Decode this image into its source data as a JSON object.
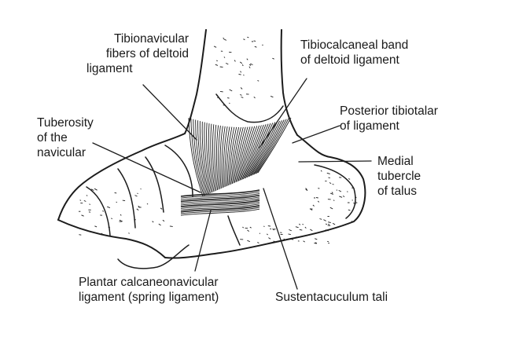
{
  "labels": {
    "tibionavicular": [
      "Tibionavicular",
      "fibers of deltoid",
      "ligament"
    ],
    "tuberosity": [
      "Tuberosity",
      "of the",
      "navicular"
    ],
    "tibiocalcaneal": [
      "Tibiocalcaneal band",
      "of deltoid ligament"
    ],
    "posterior_tibiotalar": [
      "Posterior tibiotalar",
      "of ligament"
    ],
    "medial_tubercle": [
      "Medial",
      "tubercle",
      "of talus"
    ],
    "plantar_calcaneonavicular": [
      "Plantar calcaneonavicular",
      "ligament (spring ligament)"
    ],
    "sustentaculum": [
      "Sustentacuculum tali"
    ]
  },
  "colors": {
    "ink": "#1c1c1c",
    "background": "#ffffff"
  }
}
